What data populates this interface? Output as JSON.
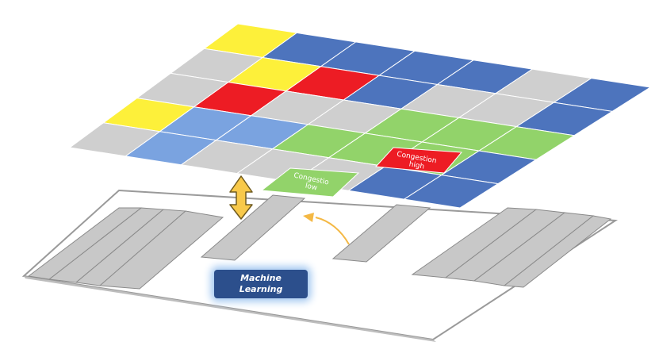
{
  "colors": {
    "yellow": "#fdf03a",
    "blue": "#4d74bd",
    "lightblue": "#7aa3e0",
    "red": "#ed1c24",
    "green": "#92d36a",
    "gray": "#cfcfcf",
    "ml_box": "#2c4f8c",
    "arrow": "#f4b844"
  },
  "grid": {
    "rows": 5,
    "cols": 7,
    "cells": [
      [
        "yellow",
        "blue",
        "blue",
        "blue",
        "blue",
        "gray",
        "blue"
      ],
      [
        "gray",
        "yellow",
        "red",
        "blue",
        "gray",
        "gray",
        "blue"
      ],
      [
        "gray",
        "red",
        "gray",
        "gray",
        "green",
        "green",
        "green"
      ],
      [
        "yellow",
        "lightblue",
        "lightblue",
        "green",
        "green",
        "green",
        "blue"
      ],
      [
        "gray",
        "lightblue",
        "gray",
        "gray",
        "gray",
        "blue",
        "blue"
      ]
    ]
  },
  "overlay_cells": {
    "high": {
      "color": "red",
      "label_line1": "Congestion",
      "label_line2": "high"
    },
    "low": {
      "color": "green",
      "label_line1": "Congestio",
      "label_line2": "low"
    }
  },
  "ml": {
    "line1": "Machine",
    "line2": "Learning"
  }
}
